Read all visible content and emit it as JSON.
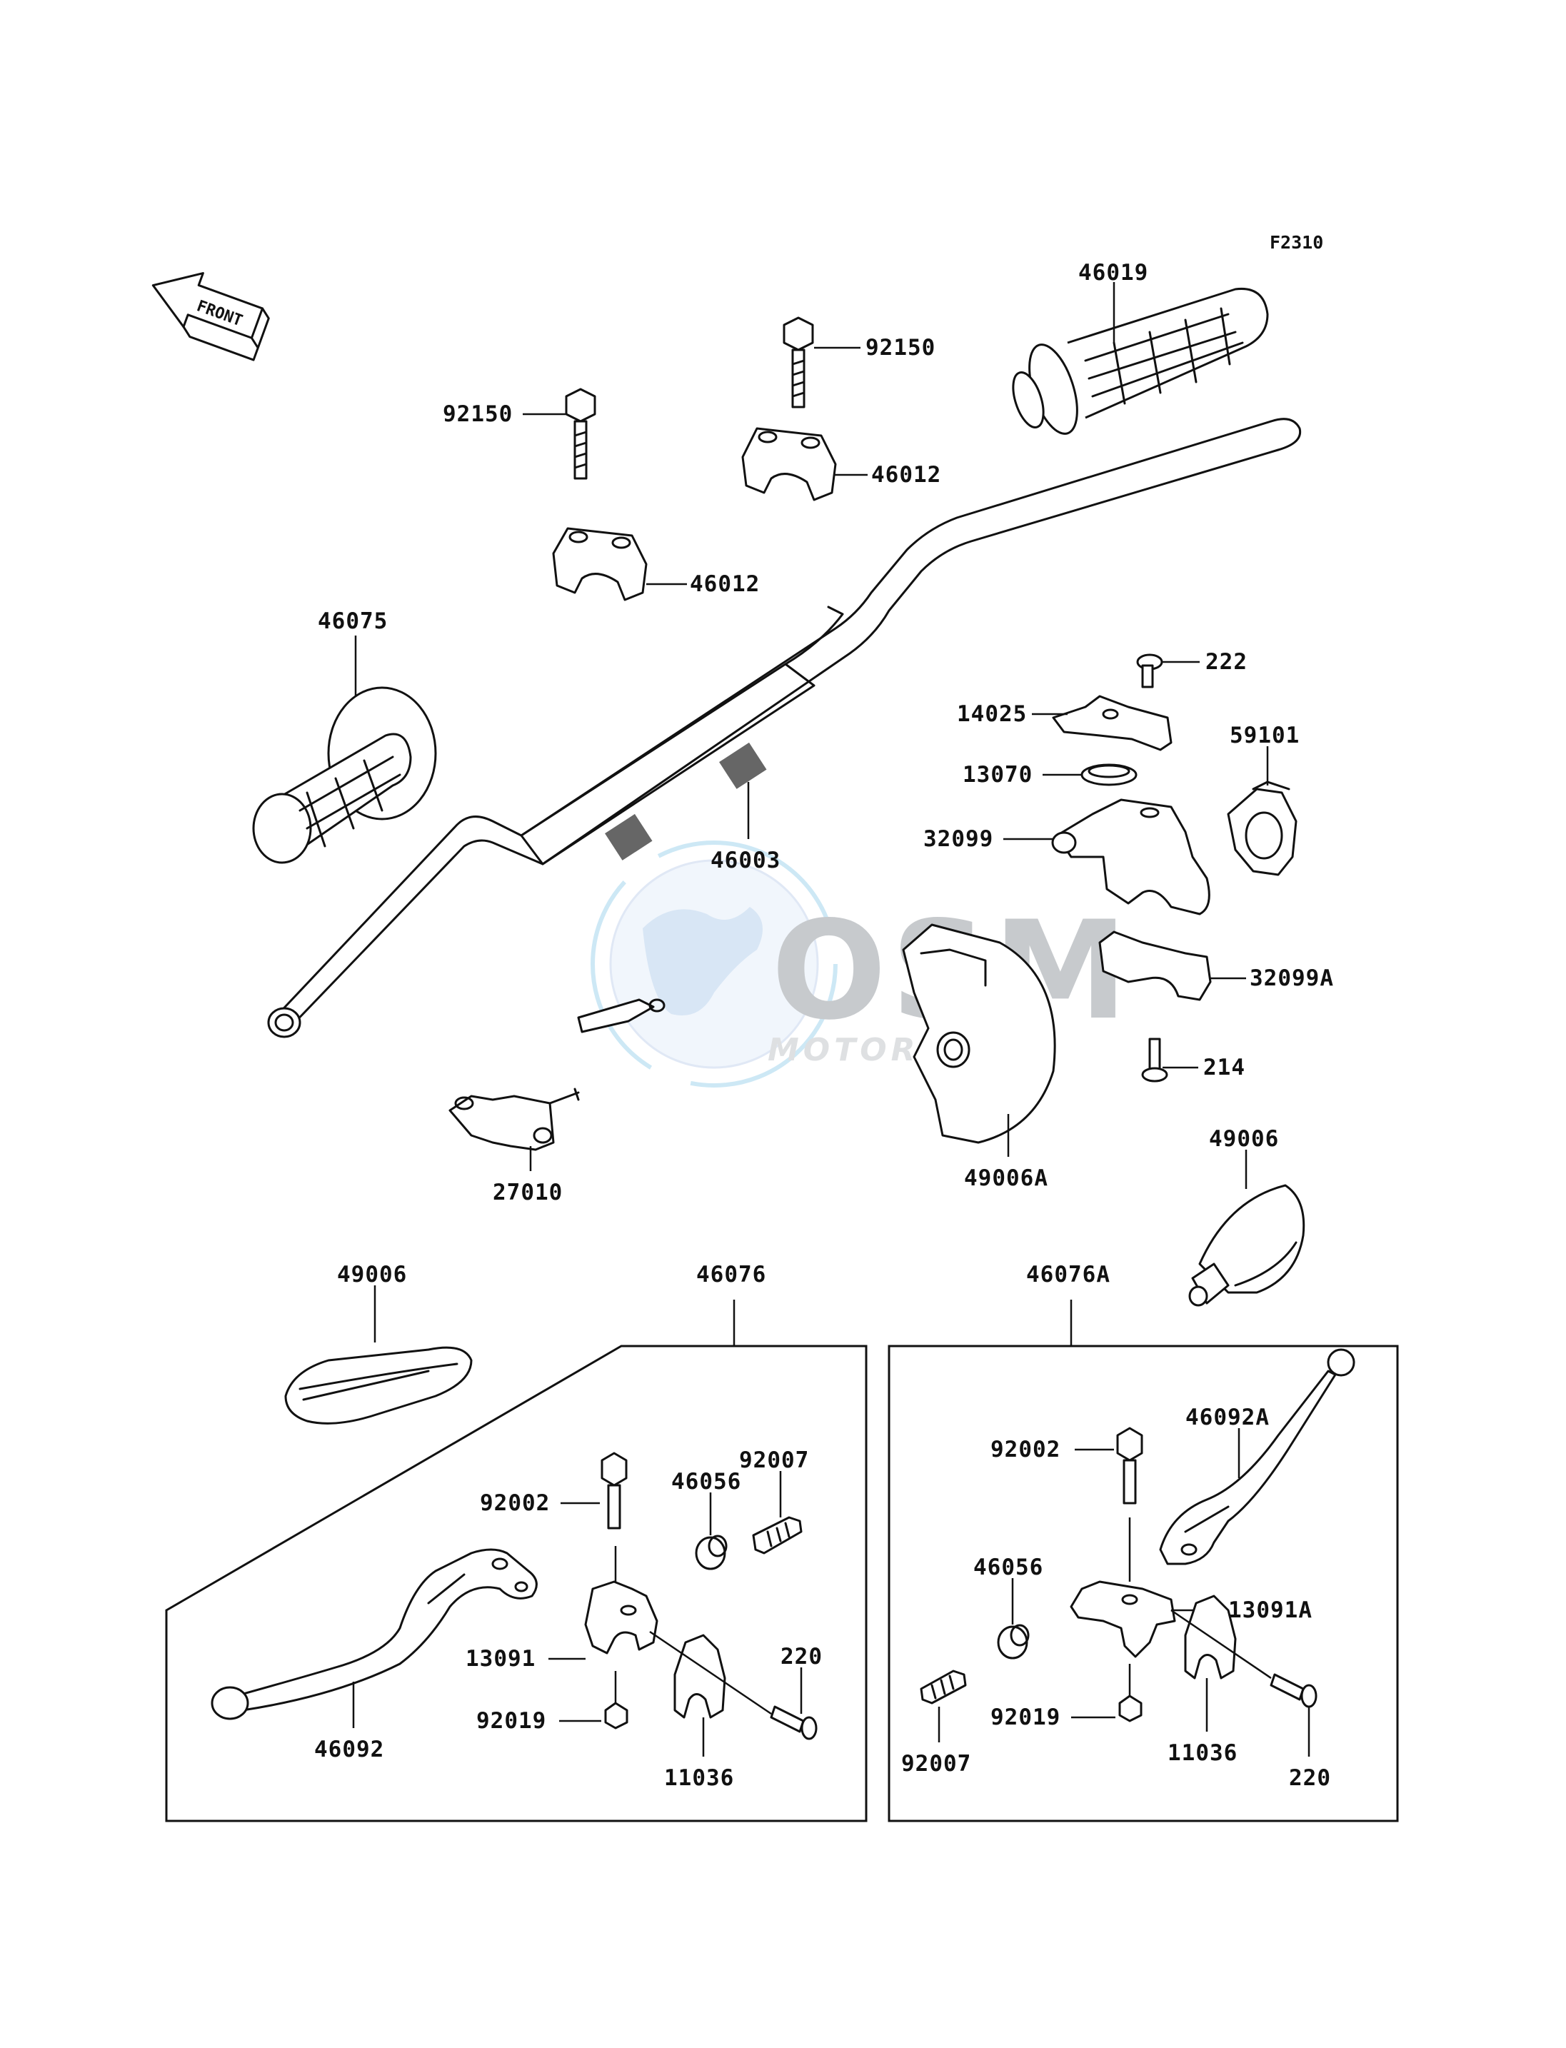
{
  "diagram": {
    "code": "F2310",
    "front_label": "FRONT",
    "watermark": {
      "brand": "OSM",
      "sub": "MOTORPARTS"
    },
    "parts": {
      "p46019": "46019",
      "p92150a": "92150",
      "p92150b": "92150",
      "p46012a": "46012",
      "p46012b": "46012",
      "p46075": "46075",
      "p222": "222",
      "p14025": "14025",
      "p59101": "59101",
      "p13070": "13070",
      "p32099": "32099",
      "p46003": "46003",
      "p32099A": "32099A",
      "p214": "214",
      "p49006A": "49006A",
      "p27010": "27010",
      "p49006a": "49006",
      "p49006b": "49006",
      "p46076": "46076",
      "p46076A": "46076A",
      "p46092A": "46092A",
      "p92007a": "92007",
      "p46056a": "46056",
      "p92002a": "92002",
      "p92002b": "92002",
      "p46056b": "46056",
      "p13091": "13091",
      "p13091A": "13091A",
      "p220a": "220",
      "p220b": "220",
      "p92019a": "92019",
      "p92019b": "92019",
      "p46092": "46092",
      "p11036a": "11036",
      "p11036b": "11036",
      "p92007b": "92007"
    }
  }
}
